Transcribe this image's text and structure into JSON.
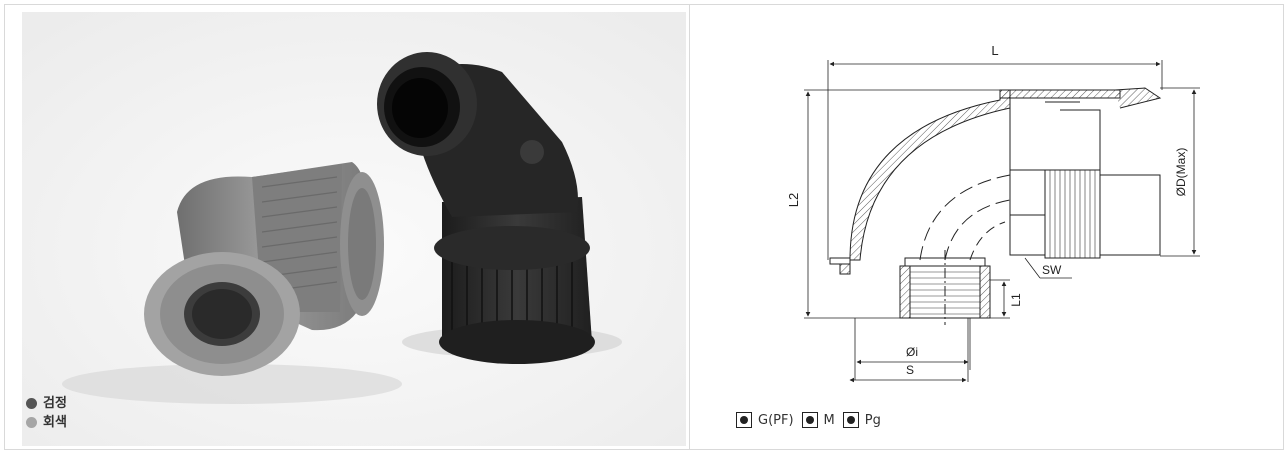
{
  "colors": {
    "black_product": "#333333",
    "gray_product": "#8c8c8c",
    "border": "#d9d9d9",
    "photo_bg": "#f3f3f3",
    "line": "#222222"
  },
  "legend": {
    "items": [
      {
        "label": "검정",
        "color": "#555555"
      },
      {
        "label": "회색",
        "color": "#a6a6a6"
      }
    ]
  },
  "drawing": {
    "dimensions": {
      "length": "L",
      "height": "L2",
      "diameter_max": "ØD(Max)",
      "wrench_size": "SW",
      "thread_length": "L1",
      "inner_diameter": "Øi",
      "thread_size": "S"
    }
  },
  "thread_types": [
    {
      "label": "G(PF)"
    },
    {
      "label": "M"
    },
    {
      "label": "Pg"
    }
  ]
}
